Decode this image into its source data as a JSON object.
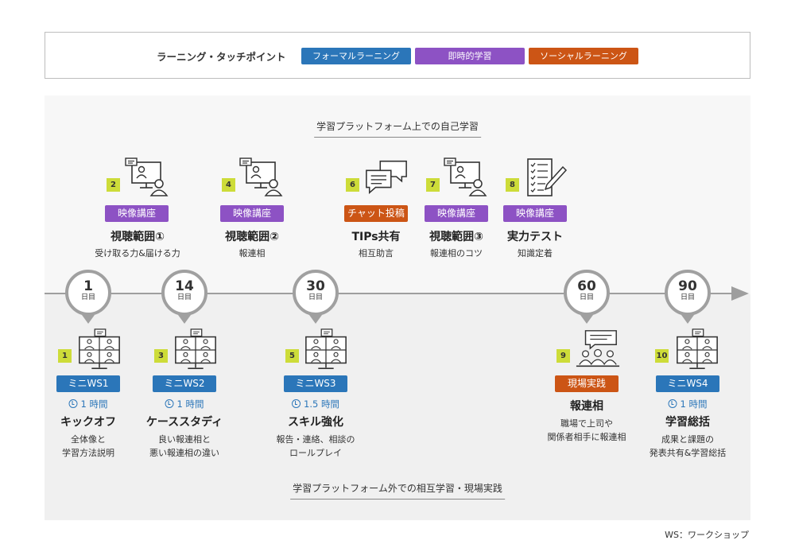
{
  "legend": {
    "title": "ラーニング・タッチポイント",
    "chips": [
      {
        "label": "フォーマルラーニング",
        "color": "#2b76b9"
      },
      {
        "label": "即時的学習",
        "color": "#8d52c4"
      },
      {
        "label": "ソーシャルラーニング",
        "color": "#cc5515"
      }
    ]
  },
  "sections": {
    "top_label": "学習プラットフォーム上での自己学習",
    "bottom_label": "学習プラットフォーム外での相互学習・現場実践"
  },
  "timeline": {
    "pins": [
      {
        "num": "1",
        "unit": "日目"
      },
      {
        "num": "14",
        "unit": "日目"
      },
      {
        "num": "30",
        "unit": "日目"
      },
      {
        "num": "60",
        "unit": "日目"
      },
      {
        "num": "90",
        "unit": "日目"
      }
    ]
  },
  "upper_items": [
    {
      "num": "2",
      "icon": "video-lecture-icon",
      "badge": "映像講座",
      "badge_color": "#8d52c4",
      "title": "視聴範囲①",
      "desc": "受け取る力&届ける力"
    },
    {
      "num": "4",
      "icon": "video-lecture-icon",
      "badge": "映像講座",
      "badge_color": "#8d52c4",
      "title": "視聴範囲②",
      "desc": "報連相"
    },
    {
      "num": "6",
      "icon": "chat-bubbles-icon",
      "badge": "チャット投稿",
      "badge_color": "#cc5515",
      "title": "TIPs共有",
      "desc": "相互助言"
    },
    {
      "num": "7",
      "icon": "video-lecture-icon",
      "badge": "映像講座",
      "badge_color": "#8d52c4",
      "title": "視聴範囲③",
      "desc": "報連相のコツ"
    },
    {
      "num": "8",
      "icon": "checklist-icon",
      "badge": "映像講座",
      "badge_color": "#8d52c4",
      "title": "実力テスト",
      "desc": "知識定着"
    }
  ],
  "lower_items": [
    {
      "num": "1",
      "icon": "online-meeting-icon",
      "badge": "ミニWS1",
      "badge_color": "#2b76b9",
      "duration": "1 時間",
      "title": "キックオフ",
      "desc1": "全体像と",
      "desc2": "学習方法説明"
    },
    {
      "num": "3",
      "icon": "online-meeting-icon",
      "badge": "ミニWS2",
      "badge_color": "#2b76b9",
      "duration": "1 時間",
      "title": "ケーススタディ",
      "desc1": "良い報連相と",
      "desc2": "悪い報連相の違い"
    },
    {
      "num": "5",
      "icon": "online-meeting-icon",
      "badge": "ミニWS3",
      "badge_color": "#2b76b9",
      "duration": "1.5 時間",
      "title": "スキル強化",
      "desc1": "報告・連絡、相談の",
      "desc2": "ロールプレイ"
    },
    {
      "num": "9",
      "icon": "workplace-meeting-icon",
      "badge": "現場実践",
      "badge_color": "#cc5515",
      "duration": "",
      "title": "報連相",
      "desc1": "職場で上司や",
      "desc2": "関係者相手に報連相"
    },
    {
      "num": "10",
      "icon": "online-meeting-icon",
      "badge": "ミニWS4",
      "badge_color": "#2b76b9",
      "duration": "1 時間",
      "title": "学習総括",
      "desc1": "成果と課題の",
      "desc2": "発表共有&学習総括"
    }
  ],
  "footnote": "WS：ワークショップ"
}
